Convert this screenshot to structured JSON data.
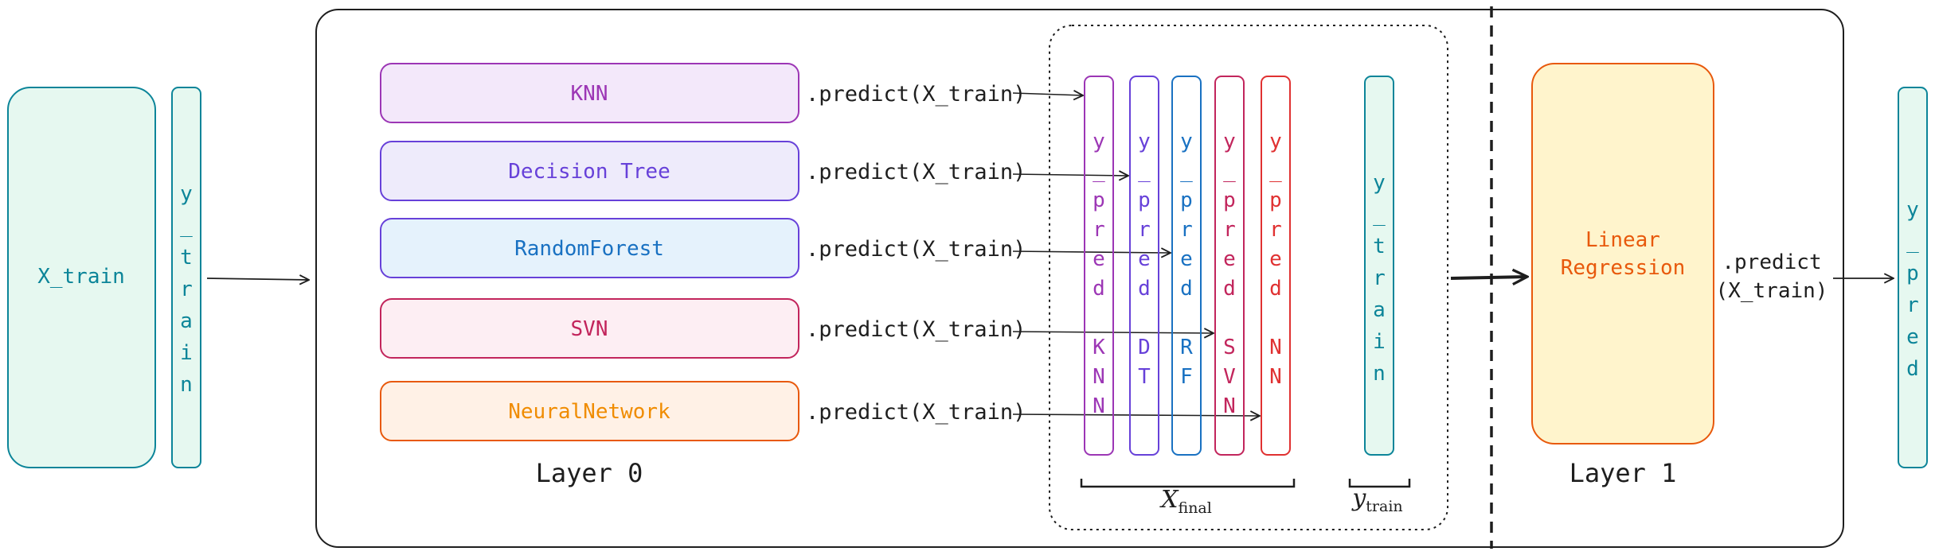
{
  "input": {
    "x_train_label": "X_train",
    "y_train_label": "y_train"
  },
  "layer0": {
    "label": "Layer 0",
    "predict_label": ".predict(X_train)",
    "models": [
      {
        "name": "KNN",
        "color": "#9c36b5",
        "fill": "#f3e8fa",
        "stroke": "#9c36b5"
      },
      {
        "name": "Decision Tree",
        "color": "#6741d9",
        "fill": "#eeebfb",
        "stroke": "#6741d9"
      },
      {
        "name": "RandomForest",
        "color": "#1971c2",
        "fill": "#e5f2fc",
        "stroke": "#6741d9"
      },
      {
        "name": "SVN",
        "color": "#c2255c",
        "fill": "#fdeef3",
        "stroke": "#c2255c"
      },
      {
        "name": "NeuralNetwork",
        "color": "#f08c00",
        "fill": "#fff1e6",
        "stroke": "#e8590c"
      }
    ]
  },
  "features": {
    "columns": [
      {
        "label": "y_pred KNN",
        "color": "#9c36b5"
      },
      {
        "label": "y_pred DT",
        "color": "#6741d9"
      },
      {
        "label": "y_pred RF",
        "color": "#1971c2"
      },
      {
        "label": "y_pred SVN",
        "color": "#c2255c"
      },
      {
        "label": "y_pred NN",
        "color": "#e03131"
      }
    ],
    "target_column": {
      "label": "y_train",
      "color": "#0c8599"
    },
    "x_final_symbol": "X",
    "x_final_sub": "final",
    "y_train_symbol": "y",
    "y_train_sub": "train"
  },
  "layer1": {
    "label": "Layer 1",
    "model_line1": "Linear",
    "model_line2": "Regression",
    "model_color": "#e8590c",
    "predict_line1": ".predict",
    "predict_line2": "(X_train)"
  },
  "output": {
    "y_pred_label": "y_pred"
  },
  "colors": {
    "teal": "#0c8599",
    "teal_fill": "#e6f8f0",
    "orange_fill": "#fff4cc"
  }
}
